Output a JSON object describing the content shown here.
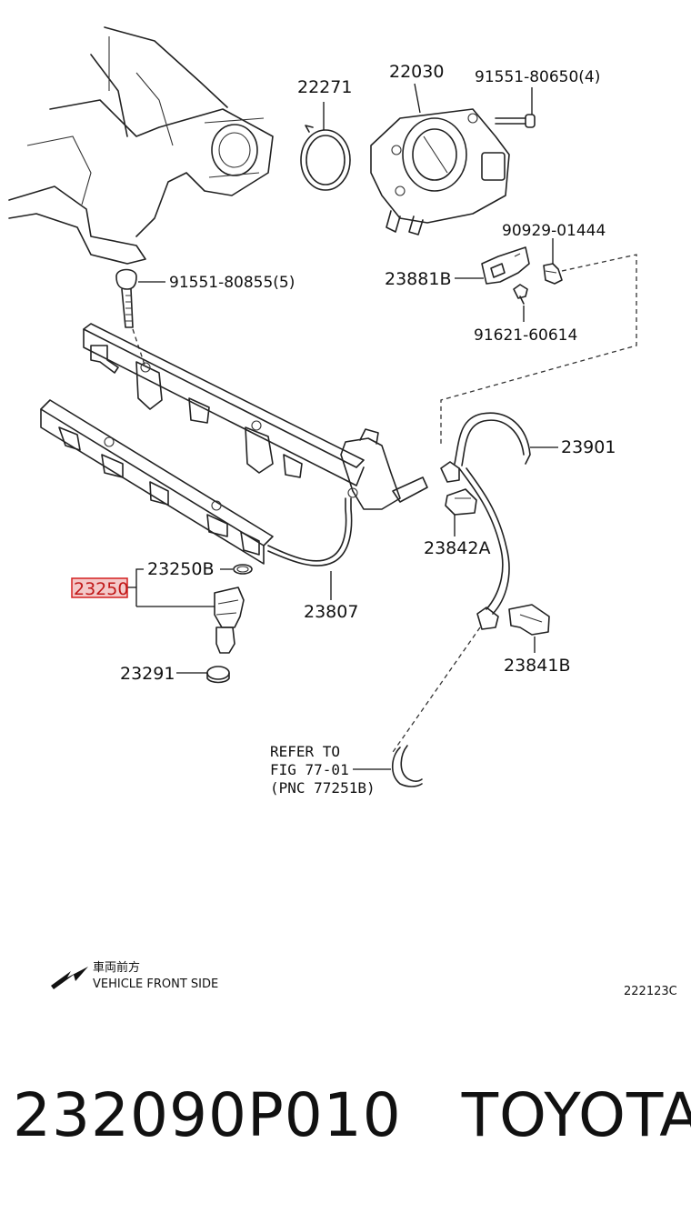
{
  "labels": {
    "gasket_22271": "22271",
    "throttle_22030": "22030",
    "bolt_91551_80650": "91551-80650(4)",
    "clip_90929_01444": "90929-01444",
    "bracket_23881B": "23881B",
    "bolt_91621_60614": "91621-60614",
    "bolt_91551_80855": "91551-80855(5)",
    "hose_23901": "23901",
    "clamp_23842A": "23842A",
    "oring_23250B": "23250B",
    "injector_23250": "23250",
    "pipe_23807": "23807",
    "clamp_23841B": "23841B",
    "insulator_23291": "23291"
  },
  "reference": {
    "line1": "REFER TO",
    "line2": "FIG 77-01",
    "line3": "(PNC 77251B)"
  },
  "direction": {
    "jp": "車両前方",
    "en": "VEHICLE FRONT SIDE"
  },
  "diagram_code": "222123C",
  "footer": {
    "part_number": "232090P010",
    "brand": "TOYOTA"
  },
  "colors": {
    "highlight_fill": "#f3c9c9",
    "highlight_stroke": "#d42020"
  }
}
